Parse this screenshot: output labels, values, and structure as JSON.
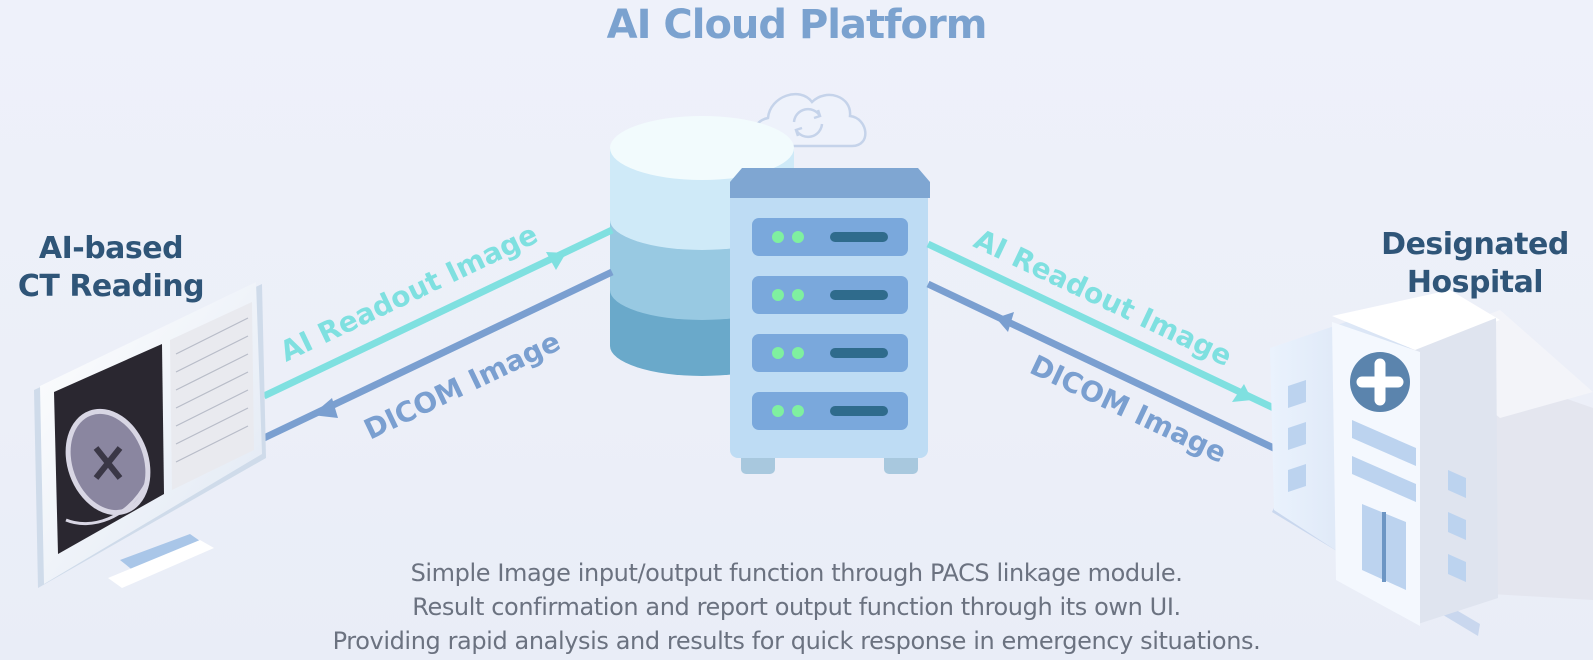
{
  "title": "AI Cloud Platform",
  "left_node": {
    "line1": "AI-based",
    "line2": "CT Reading"
  },
  "right_node": {
    "line1": "Designated",
    "line2": "Hospital"
  },
  "flows": {
    "left_readout": "AI Readout Image",
    "left_dicom": "DICOM Image",
    "right_readout": "AI Readout Image",
    "right_dicom": "DICOM Image"
  },
  "captions": [
    "Simple Image input/output function through PACS linkage module.",
    "Result confirmation and report output function through its own UI.",
    "Providing rapid analysis and results for quick response in emergency situations."
  ],
  "colors": {
    "title": "#7ba2cf",
    "readout_arrow": "#7fe0e0",
    "dicom_arrow": "#7a9fd0",
    "label_text": "#2f5578"
  },
  "icons": [
    "cloud-sync-icon",
    "database-icon",
    "server-rack-icon",
    "monitor-icon",
    "hospital-icon"
  ]
}
